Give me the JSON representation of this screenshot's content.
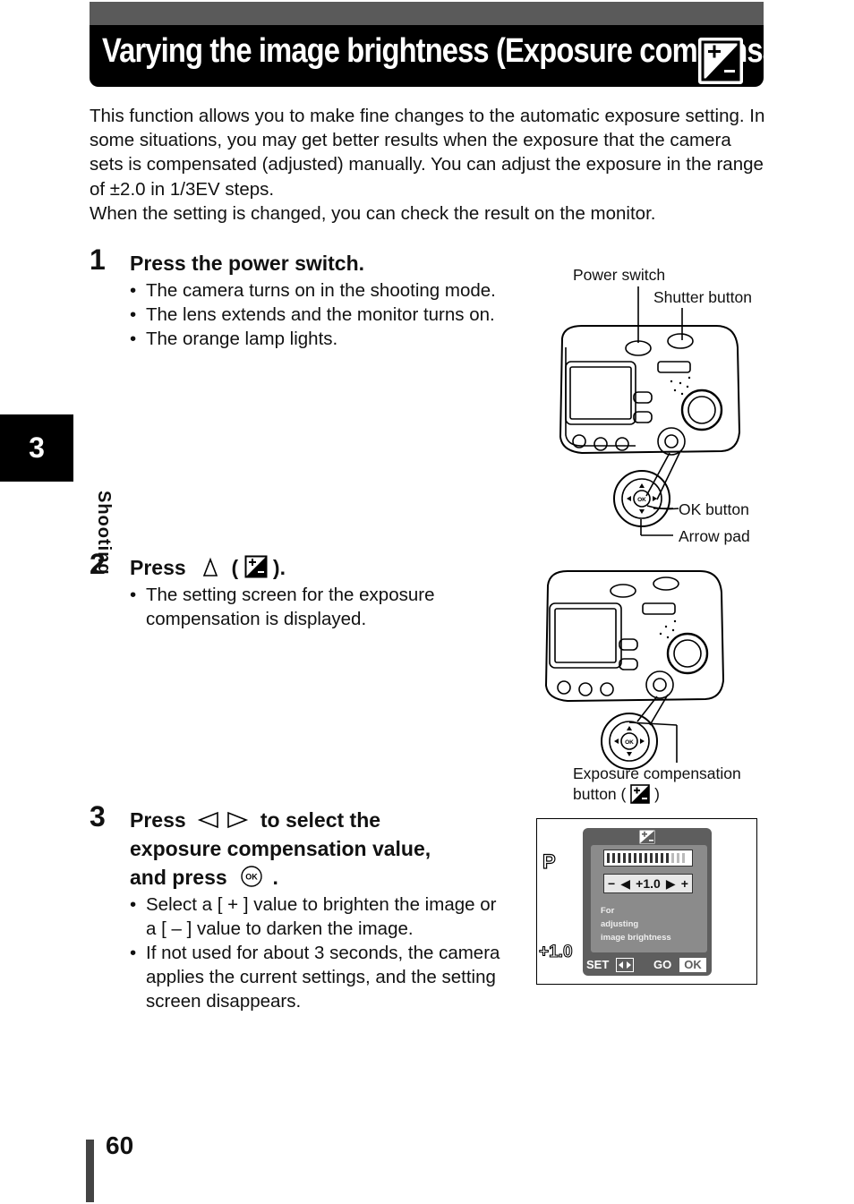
{
  "title": "Varying the image brightness (Exposure compensation)",
  "title_icon": "exposure-compensation-icon",
  "intro": {
    "paragraph1": "This function allows you to make fine changes to the automatic exposure setting. In some situations, you may get better results when the exposure that the camera sets is compensated (adjusted) manually. You can adjust the exposure in the range of ±2.0 in 1/3EV steps.",
    "paragraph2": "When the setting is changed, you can check the result on the monitor."
  },
  "chapter": {
    "number": "3",
    "label": "Shooting"
  },
  "steps": [
    {
      "number": "1",
      "heading": "Press the power switch.",
      "bullets": [
        "The camera turns on in the shooting mode.",
        "The lens extends and the monitor turns on.",
        "The orange lamp lights."
      ]
    },
    {
      "number": "2",
      "heading_pre": "Press",
      "heading_post": ").",
      "heading_paren": "(",
      "bullets": [
        "The setting screen for the exposure compensation is displayed."
      ]
    },
    {
      "number": "3",
      "heading_line1_pre": "Press",
      "heading_line1_post": "to select the",
      "heading_line2": "exposure compensation value,",
      "heading_line3_pre": "and press",
      "heading_line3_post": ".",
      "bullets": [
        "Select a [ + ] value to brighten the image or a [ – ] value to darken the image.",
        "If not used for about 3 seconds, the camera applies the current settings, and the setting screen disappears."
      ]
    }
  ],
  "figure1": {
    "power_switch": "Power switch",
    "shutter_button": "Shutter button",
    "ok_button": "OK button",
    "arrow_pad": "Arrow pad",
    "ok_label": "OK"
  },
  "figure2": {
    "label_line1": "Exposure compensation",
    "label_line2_pre": "button (",
    "label_line2_post": ")",
    "ok_label": "OK"
  },
  "figure3": {
    "mode": "P",
    "ev_display": "+1.0",
    "minus": "−",
    "plus": "+",
    "value": "+1.0",
    "hint": [
      "For",
      "adjusting",
      "image brightness"
    ],
    "set_label": "SET",
    "go_label": "GO",
    "ok_label": "OK"
  },
  "page_number": "60"
}
